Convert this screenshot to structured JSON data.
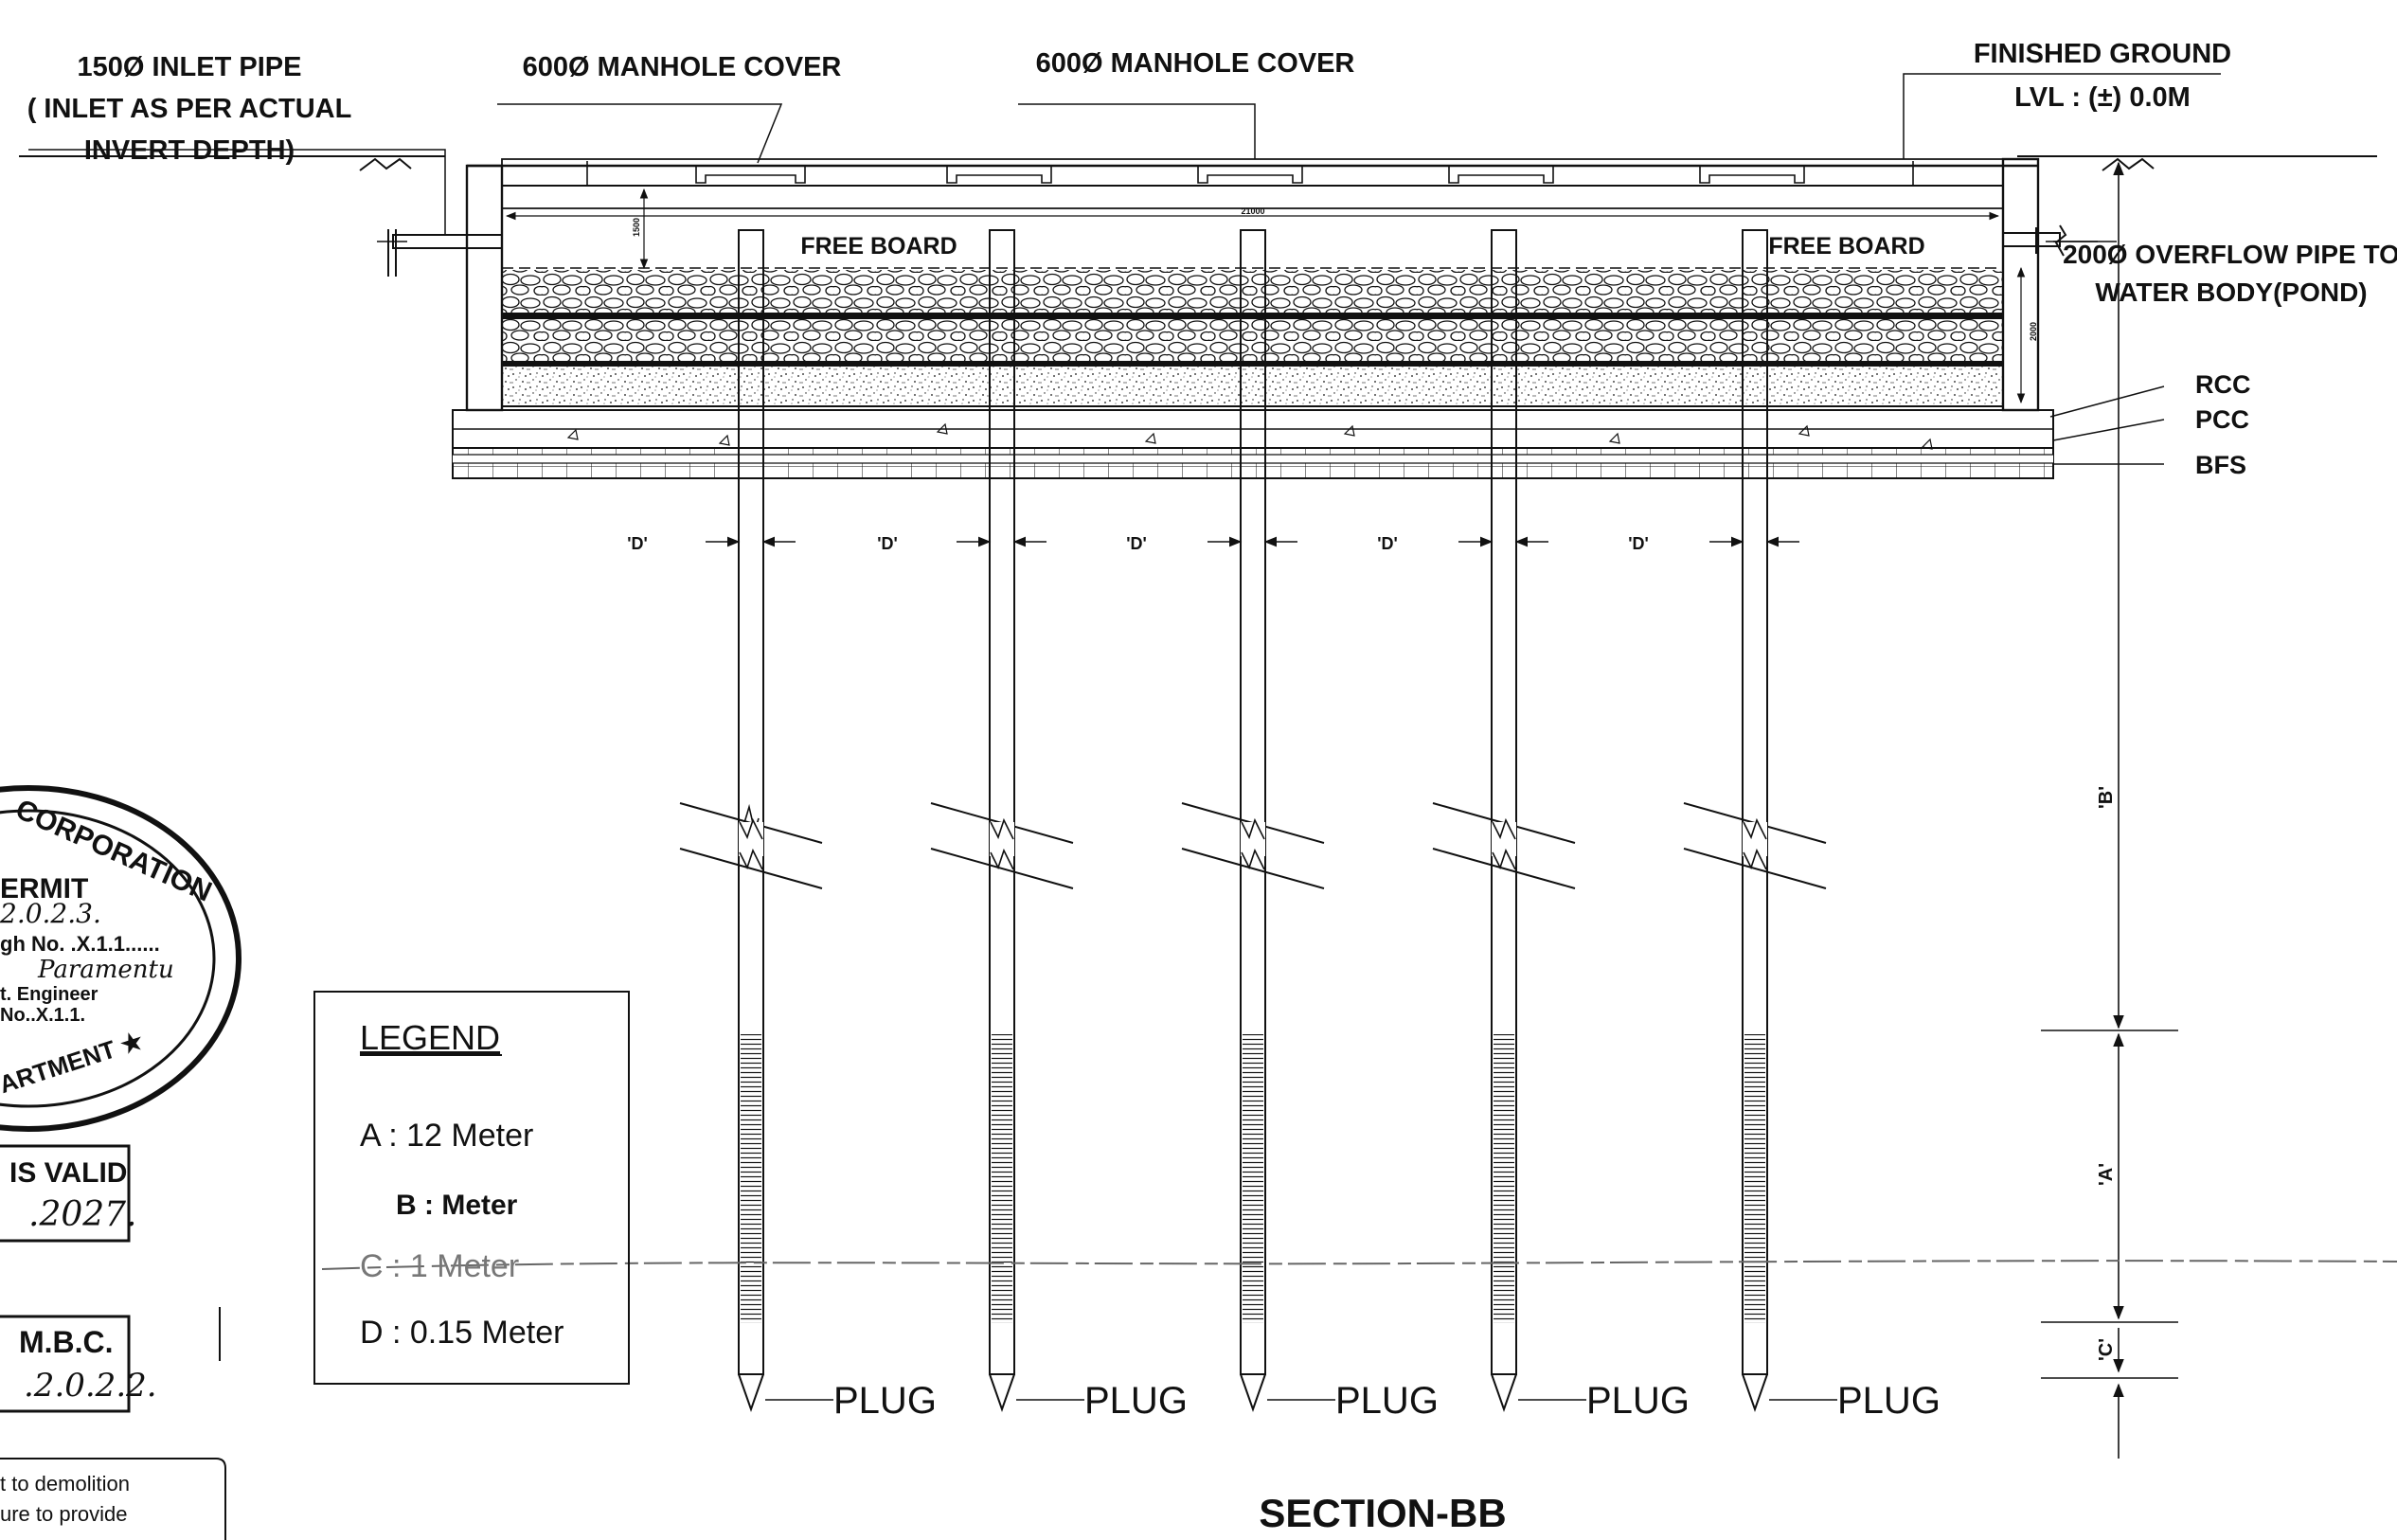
{
  "labels": {
    "inlet_pipe": [
      "150Ø INLET PIPE",
      "( INLET AS  PER ACTUAL",
      "INVERT  DEPTH)"
    ],
    "manhole_cover_1": "600Ø MANHOLE COVER",
    "manhole_cover_2": "600Ø MANHOLE COVER",
    "finished_ground": [
      "FINISHED GROUND",
      "LVL : (±) 0.0M"
    ],
    "overflow_pipe": [
      "200Ø OVERFLOW PIPE TO",
      "WATER BODY(POND)"
    ],
    "free_board_left": "FREE BOARD",
    "free_board_right": "FREE BOARD",
    "layers": [
      "RCC",
      "PCC",
      "BFS"
    ],
    "inner_width": "21000",
    "inner_height_left": "1500",
    "inner_height_right": "2000",
    "spacing_label": "'D'",
    "dim_b": "'B'",
    "dim_a": "'A'",
    "dim_c": "'C'",
    "plug": "PLUG",
    "section_title": "SECTION-BB"
  },
  "legend": {
    "title": "LEGEND",
    "items": [
      "A : 12 Meter",
      "B :  Meter",
      "C : 1 Meter",
      "D : 0.15 Meter"
    ]
  },
  "stamp": {
    "ring_text": "CORPORATION",
    "permit": "ERMIT",
    "permit_no": "2.0.2.3.",
    "ward_no": "gh No. .X.1.1......",
    "engineer": "t. Engineer",
    "sign_no": "No..X.1.1.",
    "department": "ARTMENT ★",
    "valid_label": "IS VALID",
    "valid_date": ".2027.",
    "mbc_label": "M.B.C.",
    "mbc_date": ".2.0.2.2.",
    "note": [
      "t to demolition",
      "ure to provide"
    ]
  },
  "colors": {
    "ink": "#111111",
    "background": "#ffffff"
  }
}
